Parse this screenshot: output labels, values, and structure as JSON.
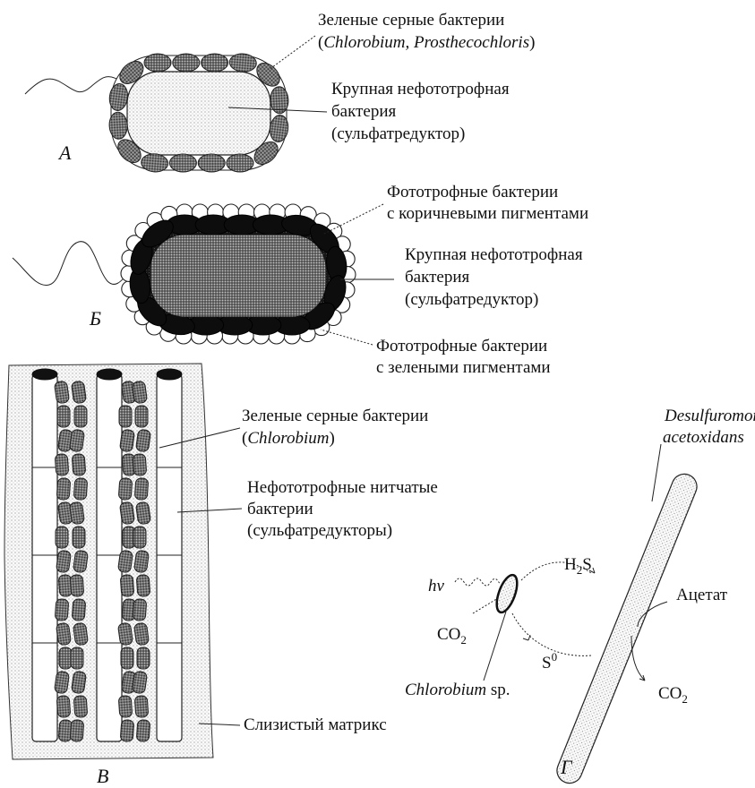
{
  "panels": {
    "a": {
      "letter": "А",
      "label1_line1": "Зеленые серные бактерии",
      "label1_line2_open": "(",
      "label1_line2_italic": "Chlorobium, Prosthecochloris",
      "label1_line2_close": ")",
      "label2_line1": "Крупная нефототрофная",
      "label2_line2": "бактерия",
      "label2_line3": "(сульфатредуктор)"
    },
    "b": {
      "letter": "Б",
      "label1_line1": "Фототрофные бактерии",
      "label1_line2": "с коричневыми пигментами",
      "label2_line1": "Крупная нефототрофная",
      "label2_line2": "бактерия",
      "label2_line3": "(сульфатредуктор)",
      "label3_line1": "Фототрофные бактерии",
      "label3_line2": "с зелеными пигментами"
    },
    "v": {
      "letter": "В",
      "label1_line1": "Зеленые серные бактерии",
      "label1_line2_open": "(",
      "label1_line2_italic": "Chlorobium",
      "label1_line2_close": ")",
      "label2_line1": "Нефототрофные нитчатые",
      "label2_line2": "бактерии",
      "label2_line3": "(сульфатредукторы)",
      "label3": "Слизистый матрикс"
    },
    "g": {
      "letter": "Г",
      "desulfo_line1": "Desulfuromonas",
      "desulfo_line2": "acetoxidans",
      "hv": "hν",
      "h2s_main": "H",
      "h2s_sub": "2",
      "h2s_end": "S",
      "acetate": "Ацетат",
      "co2_left_main": "CO",
      "co2_left_sub": "2",
      "s0_main": "S",
      "s0_sup": "0",
      "co2_right_main": "CO",
      "co2_right_sub": "2",
      "chlorobium_italic": "Chlorobium",
      "chlorobium_sp": " sp."
    }
  }
}
